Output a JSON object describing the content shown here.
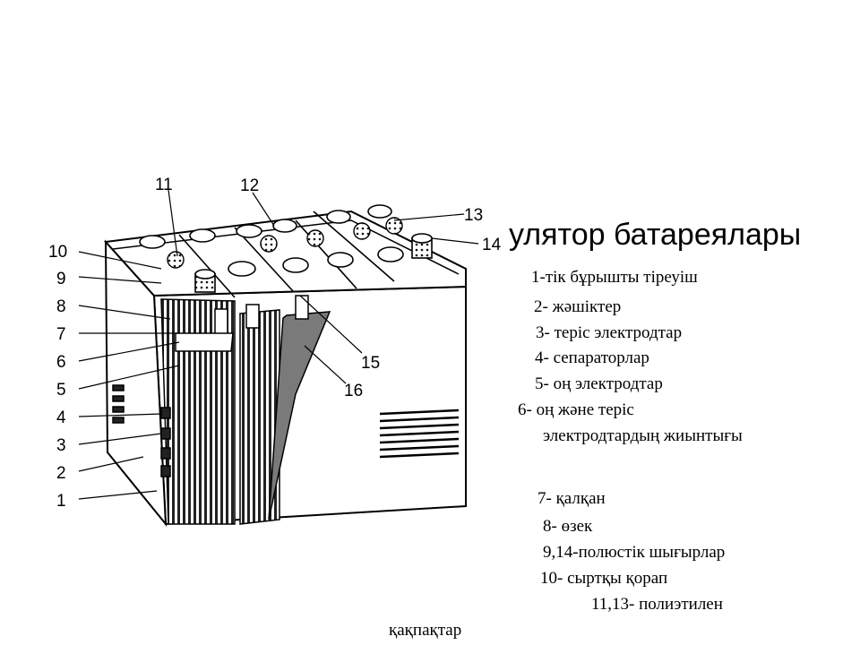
{
  "title": "улятор батареялары",
  "callouts": [
    "11",
    "12",
    "13",
    "14",
    "10",
    "9",
    "8",
    "7",
    "6",
    "5",
    "4",
    "3",
    "2",
    "1",
    "15",
    "16"
  ],
  "legend": [
    "1-тік бұрышты тіреуіш",
    "2- жәшіктер",
    "3- теріс электродтар",
    "4- сепараторлар",
    "5- оң электродтар",
    "6- оң және теріс",
    "электродтардың жиынтығы",
    "7- қалқан",
    "8- өзек",
    "9,14-полюстік шығырлар",
    "10- сыртқы қорап",
    "11,13- полиэтилен",
    "қақпақтар"
  ],
  "colors": {
    "ink": "#000000",
    "paper": "#ffffff",
    "shade": "#7a7a7a"
  }
}
